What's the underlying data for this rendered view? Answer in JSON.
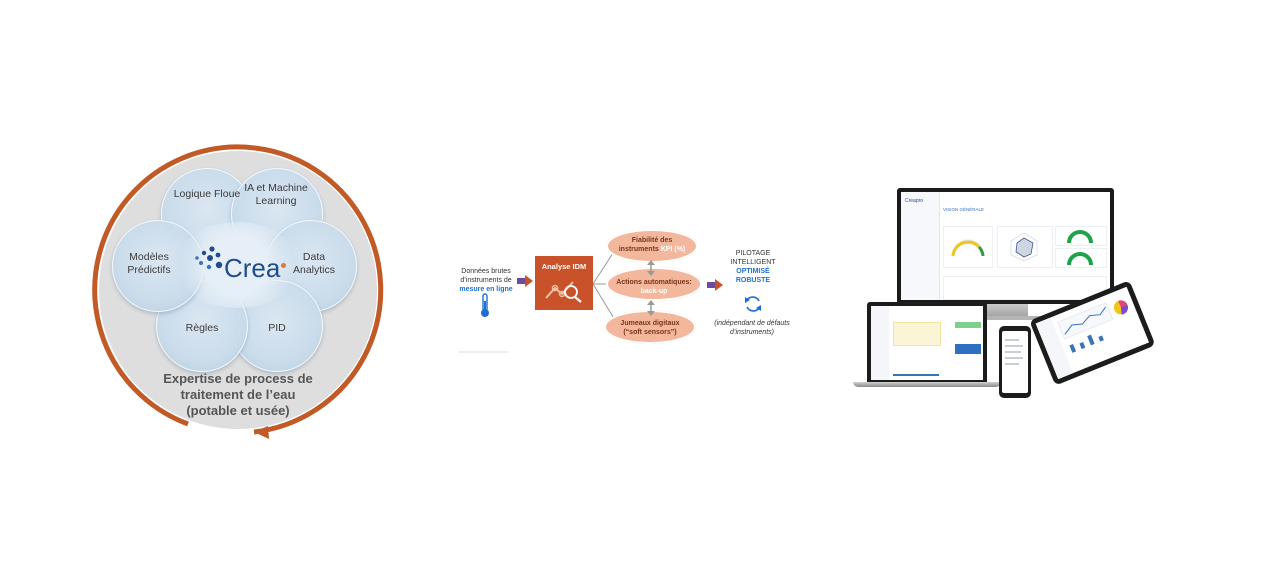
{
  "crea": {
    "logo_text": "Crea",
    "petals": [
      {
        "label": "Logique Floue"
      },
      {
        "label": "IA et Machine Learning"
      },
      {
        "label": "Data Analytics"
      },
      {
        "label": "PID"
      },
      {
        "label": "Règles"
      },
      {
        "label": "Modèles Prédictifs"
      }
    ],
    "caption_line1": "Expertise de process de",
    "caption_line2": "traitement de l’eau",
    "caption_line3": "(potable et usée)",
    "ring_color": "#c15a26"
  },
  "idm": {
    "input_line1": "Données brutes",
    "input_line2": "d’instruments de",
    "input_line3": "mesure en ligne",
    "box_title": "Analyse IDM",
    "oval1_line1": "Fiabilité des",
    "oval1_line2a": "instruments ",
    "oval1_line2b": "KPI (%)",
    "oval2_line1": "Actions automatiques:",
    "oval2_line2": "back-up",
    "oval3_line1": "Jumeaux digitaux",
    "oval3_line2": "(“soft sensors”)",
    "output_line1": "PILOTAGE",
    "output_line2": "INTELLIGENT",
    "output_line3": "OPTIMISÉ",
    "output_line4": "ROBUSTE",
    "note_line1": "(indépendant de défauts",
    "note_line2": "d’instruments)",
    "accent": "#c9522a",
    "blue": "#1f6fd1"
  },
  "devices": {
    "monitor_title": "VISION GÉNÉRALE",
    "brand": "Creapro"
  }
}
